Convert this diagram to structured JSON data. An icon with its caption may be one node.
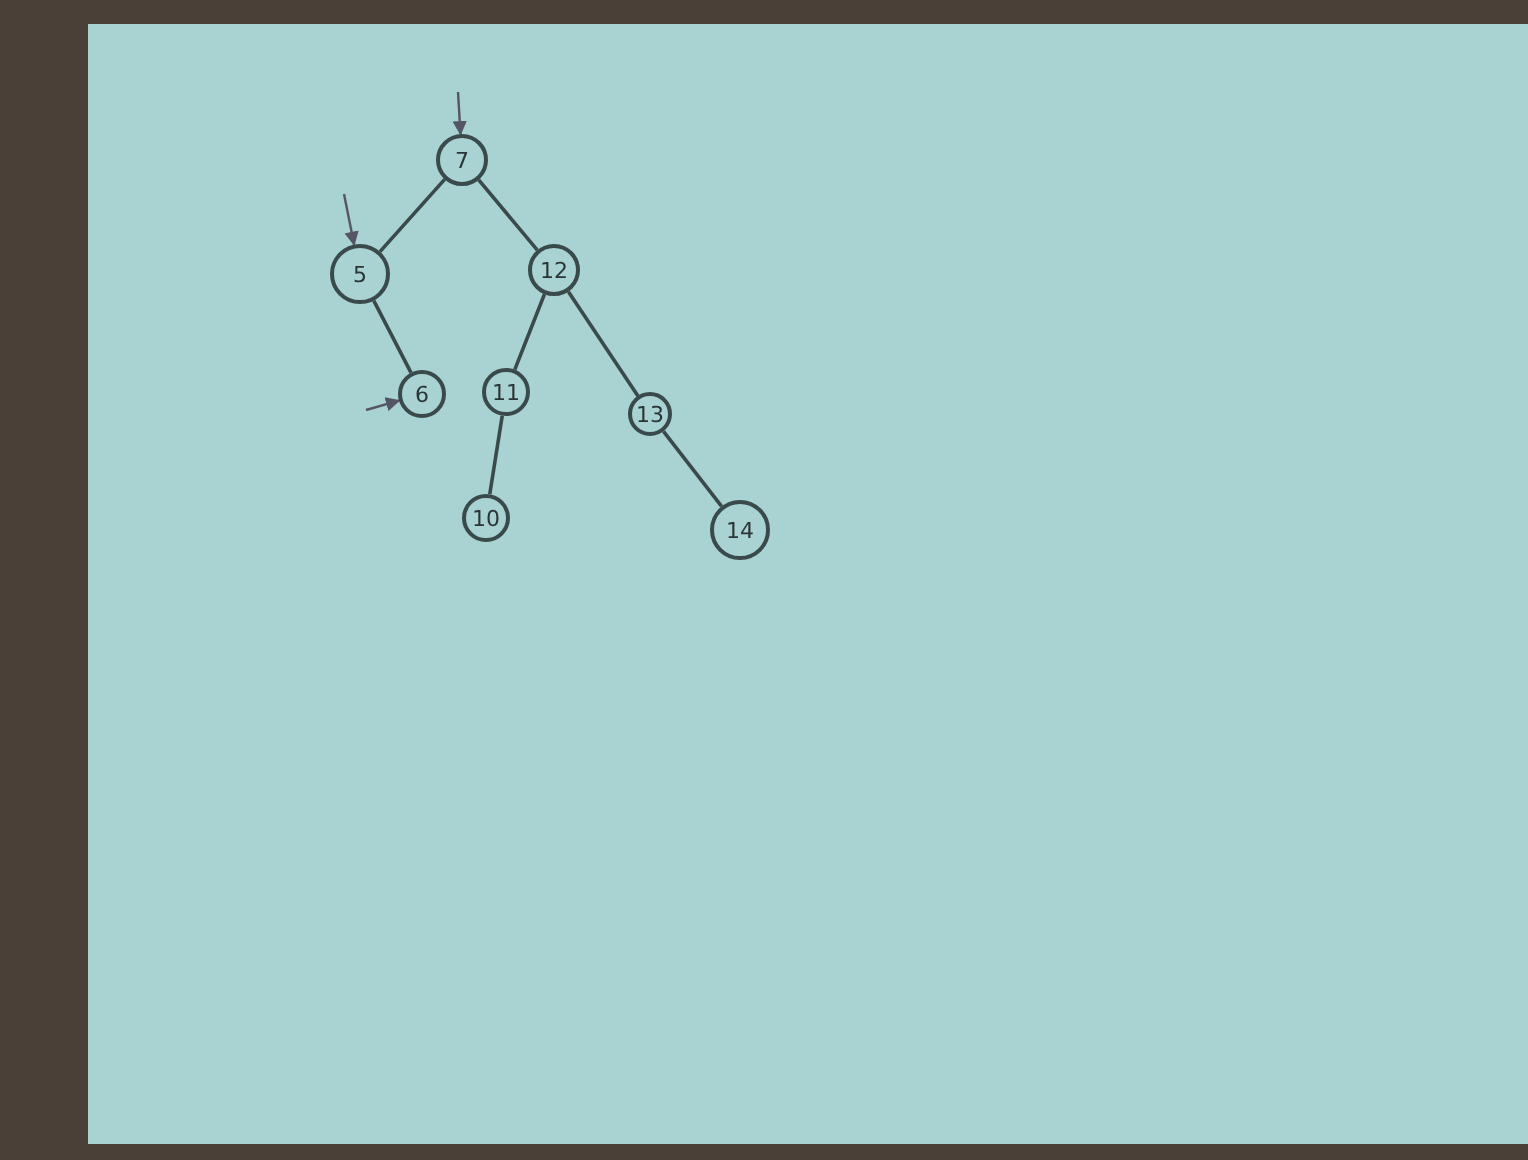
{
  "diagram": {
    "nodes": [
      {
        "text": [
          "7"
        ]
      },
      {
        "text": [
          "5"
        ]
      },
      {
        "text": [
          "12"
        ]
      },
      {
        "text": [
          "6"
        ]
      },
      {
        "text": [
          "11"
        ]
      },
      {
        "text": [
          "13"
        ]
      },
      {
        "text": [
          "10"
        ]
      },
      {
        "text": [
          "14"
        ]
      }
    ],
    "edges": [
      {
        "from": 0,
        "to": 1,
        "arrow": "none"
      },
      {
        "from": 0,
        "to": 2,
        "arrow": "none"
      },
      {
        "from": 1,
        "to": 3,
        "arrow": "none"
      },
      {
        "from": 2,
        "to": 4,
        "arrow": "none"
      },
      {
        "from": 2,
        "to": 5,
        "arrow": "none"
      },
      {
        "from": 4,
        "to": 6,
        "arrow": "none"
      },
      {
        "from": 5,
        "to": 7,
        "arrow": "none"
      },
      {
        "from": null,
        "to": 0,
        "arrow": "to"
      },
      {
        "from": null,
        "to": 1,
        "arrow": "to"
      },
      {
        "from": null,
        "to": 3,
        "arrow": "to"
      }
    ]
  }
}
